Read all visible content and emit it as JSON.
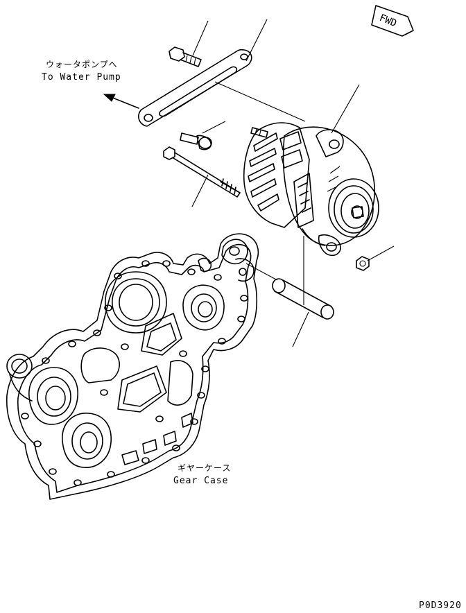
{
  "labels": {
    "water_pump_jp": "ウォータポンプへ",
    "water_pump_en": "To Water Pump",
    "gear_case_jp": "ギヤーケース",
    "gear_case_en": "Gear Case",
    "fwd": "FWD",
    "drawing_number": "P0D3920"
  },
  "icons": {
    "direction_arrow": "arrow-left-icon",
    "forward_marker": "fwd-arrow-icon"
  },
  "colors": {
    "line": "#000000",
    "background": "#ffffff"
  }
}
